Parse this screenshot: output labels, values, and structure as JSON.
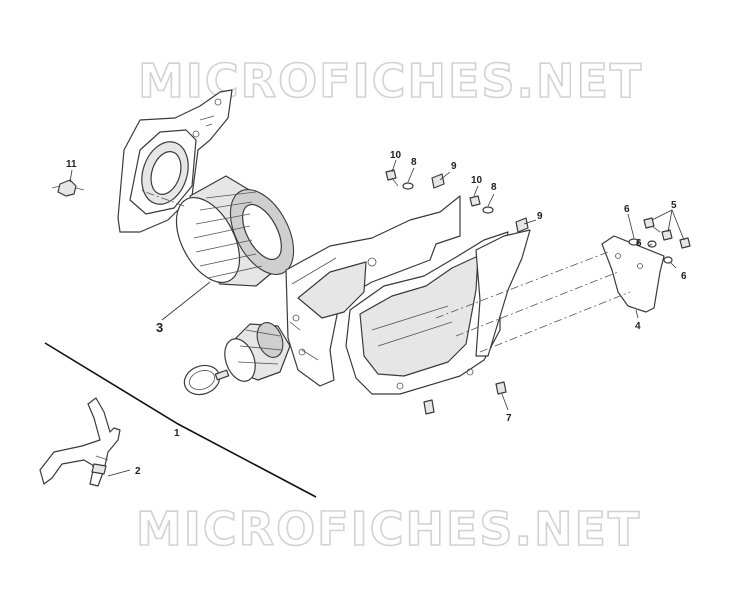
{
  "watermark": {
    "top_text": "MICROFICHES.NET",
    "bottom_text": "MICROFICHES.NET"
  },
  "callouts": [
    {
      "id": "c11",
      "label": "11"
    },
    {
      "id": "c10a",
      "label": "10"
    },
    {
      "id": "c8a",
      "label": "8"
    },
    {
      "id": "c9a",
      "label": "9"
    },
    {
      "id": "c10b",
      "label": "10"
    },
    {
      "id": "c8b",
      "label": "8"
    },
    {
      "id": "c9b",
      "label": "9"
    },
    {
      "id": "c6a",
      "label": "6"
    },
    {
      "id": "c5",
      "label": "5"
    },
    {
      "id": "c6b",
      "label": "6"
    },
    {
      "id": "c6c",
      "label": "6"
    },
    {
      "id": "c4",
      "label": "4"
    },
    {
      "id": "c3",
      "label": "3"
    },
    {
      "id": "c7",
      "label": "7"
    },
    {
      "id": "c1",
      "label": "1"
    },
    {
      "id": "c2",
      "label": "2"
    }
  ],
  "colors": {
    "line": "#3a3a3a",
    "watermark_outline": "#d2d2d2",
    "background": "#ffffff"
  }
}
